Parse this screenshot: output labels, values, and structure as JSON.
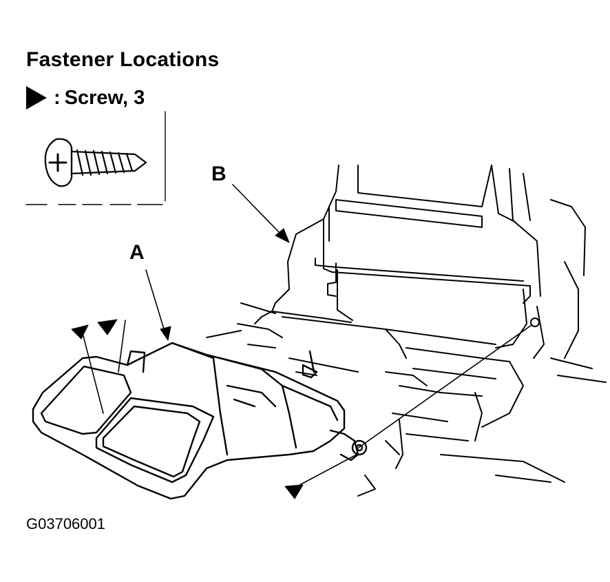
{
  "title": "Fastener Locations",
  "legend": {
    "symbol_icon": "filled-triangle-arrow-icon",
    "separator": ":",
    "label": "Screw, 3"
  },
  "callouts": {
    "a": "A",
    "b": "B"
  },
  "figure_id": "G03706001",
  "colors": {
    "line": "#000000",
    "background": "#ffffff"
  }
}
